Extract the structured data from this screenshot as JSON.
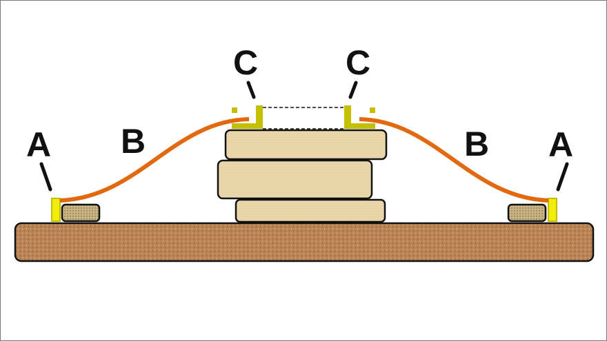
{
  "labels": {
    "a_left": "A",
    "b_left": "B",
    "c_left": "C",
    "c_right": "C",
    "b_right": "B",
    "a_right": "A"
  },
  "colors": {
    "cork": "#b98454",
    "wood": "#ead8ac",
    "small_block": "#c9b485",
    "clip_a": "#f2ec0a",
    "bracket_c": "#c4bf00",
    "strap_b": "#e2690f",
    "outline": "#111111"
  }
}
